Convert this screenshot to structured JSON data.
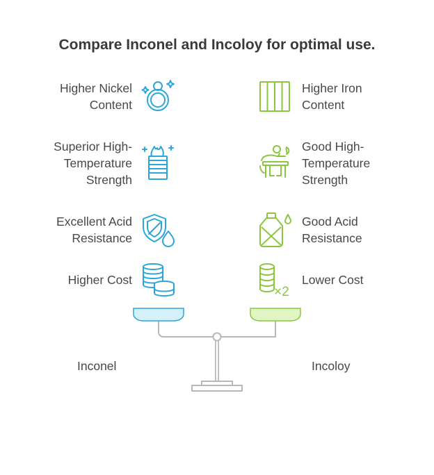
{
  "title": "Compare Inconel and Incoloy for optimal use.",
  "left": {
    "name": "Inconel",
    "accent": "#2aa6d8",
    "pan_fill": "#d6f0fa",
    "items": [
      {
        "lines": [
          "Higher Nickel",
          "Content"
        ],
        "icon": "ring-sparkle-icon"
      },
      {
        "lines": [
          "Superior High-",
          "Temperature",
          "Strength"
        ],
        "icon": "fire-coil-icon"
      },
      {
        "lines": [
          "Excellent Acid",
          "Resistance"
        ],
        "icon": "shield-drop-icon"
      },
      {
        "lines": [
          "Higher Cost"
        ],
        "icon": "coin-stacks-icon"
      }
    ]
  },
  "right": {
    "name": "Incoloy",
    "accent": "#8cc63f",
    "pan_fill": "#e1f5c4",
    "items": [
      {
        "lines": [
          "Higher Iron",
          "Content"
        ],
        "icon": "iron-bars-icon"
      },
      {
        "lines": [
          "Good High-",
          "Temperature",
          "Strength"
        ],
        "icon": "hot-working-icon"
      },
      {
        "lines": [
          "Good Acid",
          "Resistance"
        ],
        "icon": "acid-flask-icon"
      },
      {
        "lines": [
          "Lower Cost"
        ],
        "icon": "coin-stack-x2-icon"
      }
    ],
    "coin_multiplier": "×2"
  },
  "scale_color": "#b8b8b8"
}
